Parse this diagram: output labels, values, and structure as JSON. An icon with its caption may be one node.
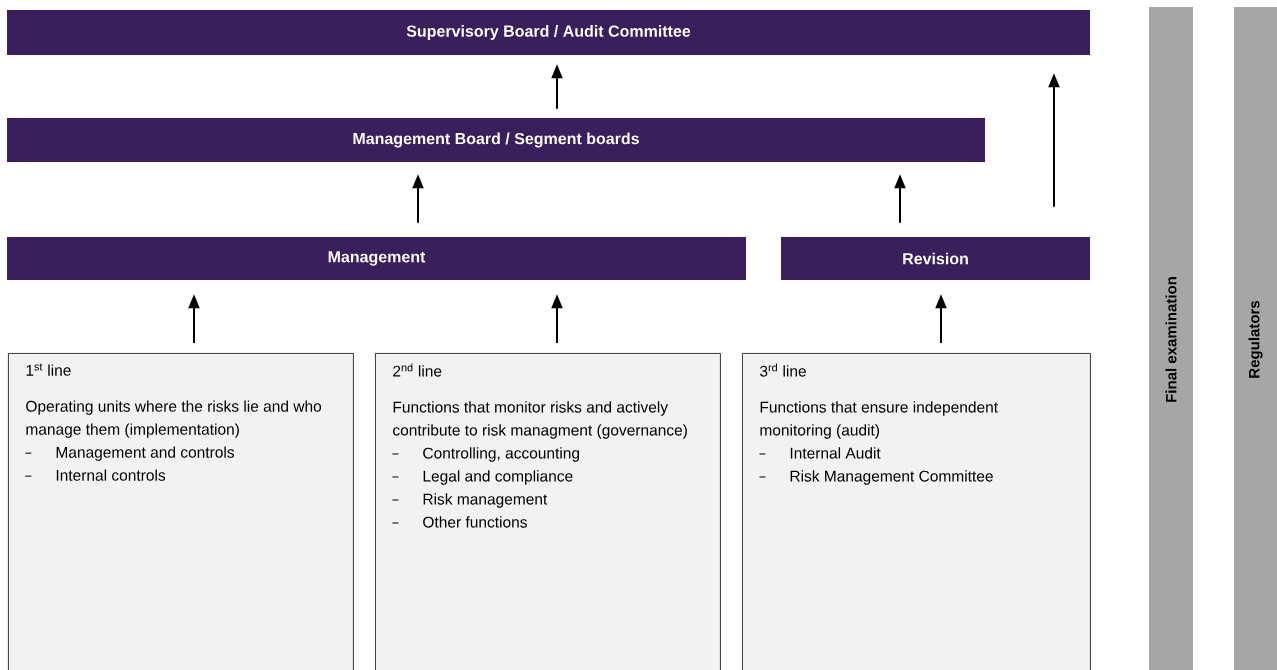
{
  "diagram": {
    "nodes": [
      {
        "text": [
          "Supervisory Board / Audit Committee"
        ]
      },
      {
        "text": [
          "Management Board / Segment boards"
        ]
      },
      {
        "text": [
          "Management"
        ]
      },
      {
        "text": [
          "Revision"
        ]
      },
      {
        "text": [
          "1$^{st}$ line",
          "Operating units where the risks lie and who manage them (implementation)",
          "Management and controls",
          "Internal controls"
        ]
      },
      {
        "text": [
          "2$^{nd}$ line",
          "Functions that monitor risks and actively contribute to risk managment (governance)",
          "Controlling, accounting",
          "Legal and compliance",
          "Risk management",
          "Other functions"
        ]
      },
      {
        "text": [
          "3$^{rd}$ line",
          "Functions that ensure independent monitoring (audit)",
          "Internal Audit",
          "Risk Management Committee"
        ]
      },
      {
        "text": [
          "Final examination"
        ]
      },
      {
        "text": [
          "Regulators"
        ]
      }
    ],
    "edges": [
      {
        "from": 1,
        "to": 0,
        "arrow": "to"
      },
      {
        "from": 3,
        "to": 0,
        "arrow": "to"
      },
      {
        "from": 2,
        "to": 1,
        "arrow": "to"
      },
      {
        "from": 3,
        "to": 1,
        "arrow": "to"
      },
      {
        "from": 4,
        "to": 2,
        "arrow": "to"
      },
      {
        "from": 5,
        "to": 2,
        "arrow": "to"
      },
      {
        "from": 6,
        "to": 3,
        "arrow": "to"
      }
    ]
  }
}
